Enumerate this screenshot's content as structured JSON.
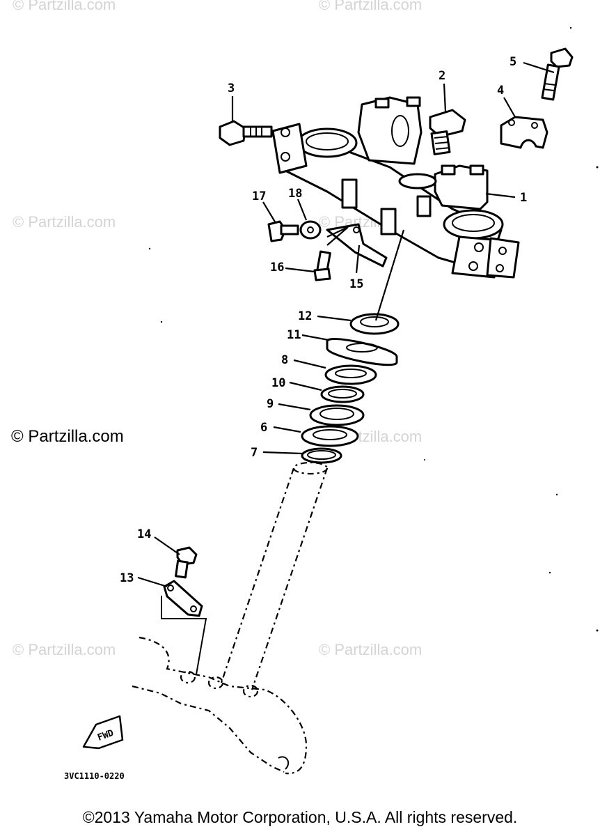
{
  "watermarks": {
    "top_left": "© Partzilla.com",
    "top_center": "© Partzilla.com",
    "mid_left": "© Partzilla.com",
    "mid_center": "© Partzilla.com",
    "lower_mid_center": "© Partzilla.com",
    "lower_left": "© Partzilla.com",
    "lower_center": "© Partzilla.com",
    "prominent": "© Partzilla.com"
  },
  "callouts": {
    "c1": "1",
    "c2": "2",
    "c3": "3",
    "c4": "4",
    "c5": "5",
    "c6": "6",
    "c7": "7",
    "c8": "8",
    "c9": "9",
    "c10": "10",
    "c11": "11",
    "c12": "12",
    "c13": "13",
    "c14": "14",
    "c15": "15",
    "c16": "16",
    "c17": "17",
    "c18": "18"
  },
  "fwd_label": "FWD",
  "diagram_code": "3VC1110-0220",
  "copyright": "©2013 Yamaha Motor Corporation, U.S.A. All rights reserved."
}
